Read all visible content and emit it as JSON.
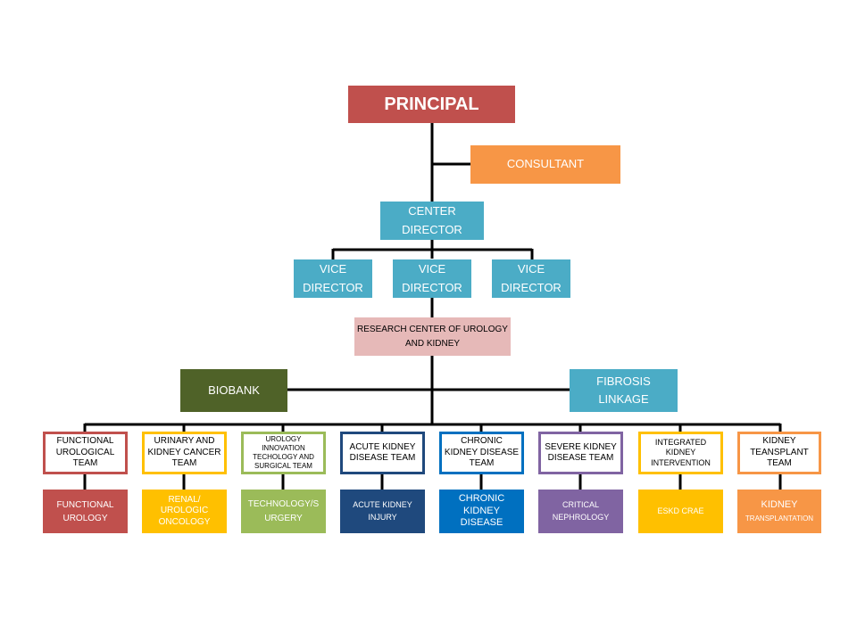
{
  "top": {
    "principal": "PRINCIPAL",
    "consultant": "CONSULTANT",
    "center_director": "CENTER DIRECTOR",
    "vice_directors": [
      "VICE DIRECTOR",
      "VICE DIRECTOR",
      "VICE DIRECTOR"
    ],
    "research_center": "RESEARCH CENTER OF UROLOGY AND KIDNEY",
    "biobank": "BIOBANK",
    "fibrosis": "FIBROSIS LINKAGE"
  },
  "teams": [
    {
      "team": "FUNCTIONAL UROLOGICAL TEAM",
      "unit": "FUNCTIONAL UROLOGY",
      "color": "#C0504D"
    },
    {
      "team": "URINARY AND KIDNEY CANCER TEAM",
      "unit": "RENAL/ UROLOGIC ONCOLOGY",
      "color": "#FFC000"
    },
    {
      "team": "UROLOGY INNOVATION TECHOLOGY AND SURGICAL TEAM",
      "unit": "TECHNOLOGY/S URGERY",
      "color": "#9BBB59"
    },
    {
      "team": "ACUTE KIDNEY DISEASE TEAM",
      "unit": "ACUTE KIDNEY INJURY",
      "color": "#1F497D"
    },
    {
      "team": "CHRONIC KIDNEY DISEASE TEAM",
      "unit": "CHRONIC KIDNEY DISEASE",
      "color": "#0070C0"
    },
    {
      "team": "SEVERE KIDNEY DISEASE TEAM",
      "unit": "CRITICAL NEPHROLOGY",
      "color": "#8064A2"
    },
    {
      "team": "INTEGRATED KIDNEY INTERVENTION",
      "unit": "ESKD CRAE",
      "color": "#FFC000"
    },
    {
      "team": "KIDNEY TEANSPLANT TEAM",
      "unit_main": "KIDNEY",
      "unit_sub": "TRANSPLANTATION",
      "color": "#F79646"
    }
  ],
  "colors": {
    "principal": "#C0504D",
    "consultant": "#F79646",
    "director": "#4BACC6",
    "research_center": "#E6B9B8",
    "biobank": "#4F6228",
    "line": "#000000"
  }
}
